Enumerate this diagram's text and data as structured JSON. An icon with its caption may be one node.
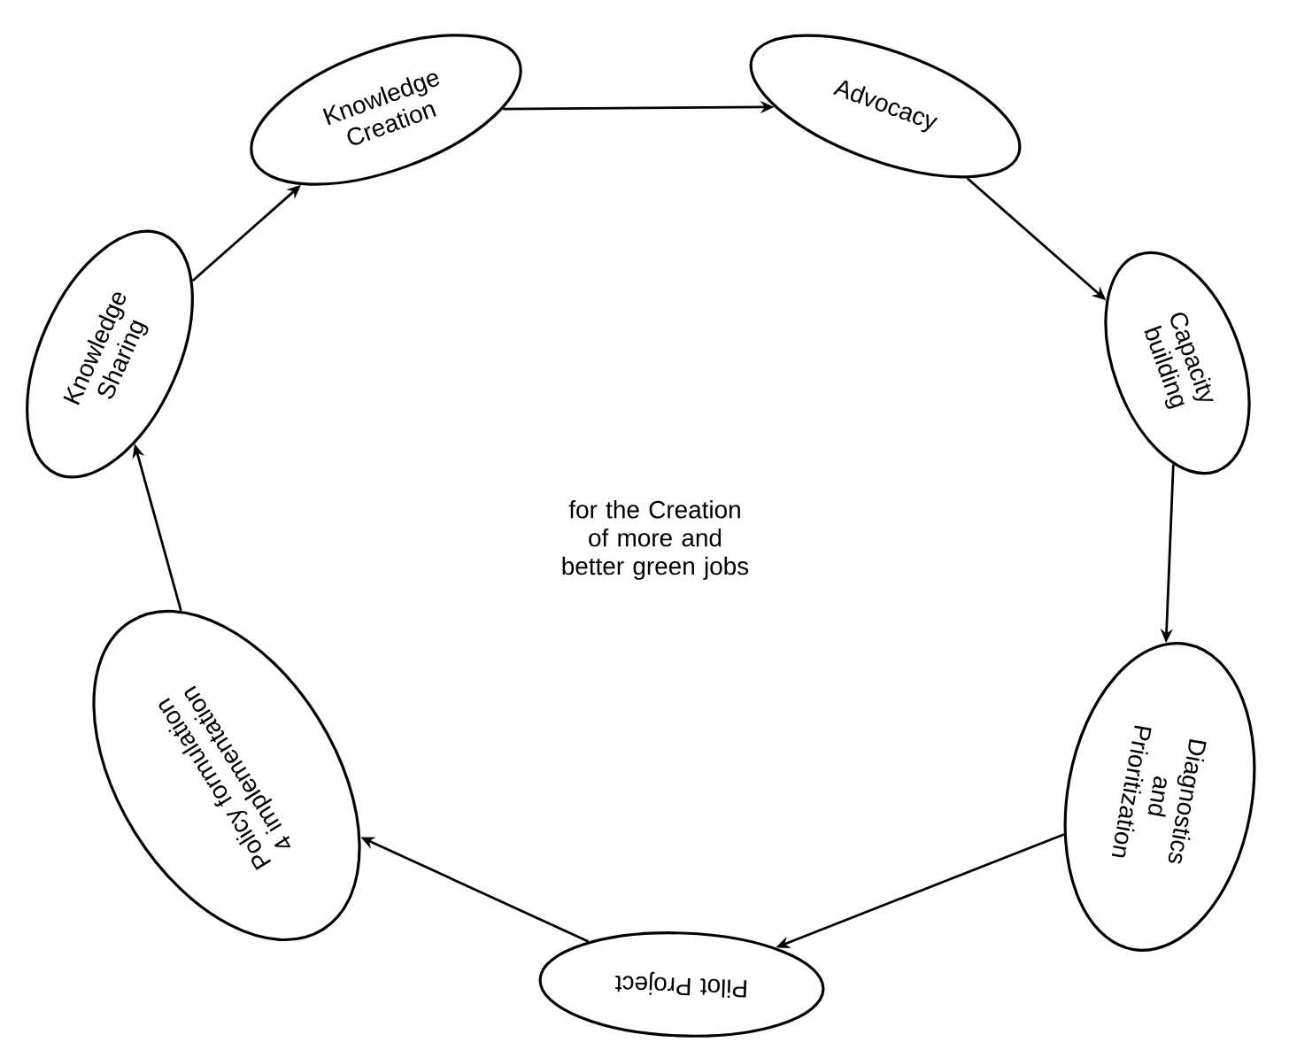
{
  "diagram": {
    "nodes": [
      {
        "text": [
          "Knowledge Creation"
        ]
      },
      {
        "text": [
          "Advocacy"
        ]
      },
      {
        "text": [
          "Capacity building"
        ]
      },
      {
        "text": [
          "Diagnostics and Prioritization"
        ]
      },
      {
        "text": [
          "Pilot Project"
        ]
      },
      {
        "text": [
          "Policy formulation 4 implementation"
        ]
      },
      {
        "text": [
          "Knowledge Sharing"
        ]
      }
    ],
    "edges": [
      {
        "from": 0,
        "to": 1,
        "arrow": "to"
      },
      {
        "from": 1,
        "to": 2,
        "arrow": "to"
      },
      {
        "from": 2,
        "to": 3,
        "arrow": "to"
      },
      {
        "from": 3,
        "to": 4,
        "arrow": "to"
      },
      {
        "from": 4,
        "to": 5,
        "arrow": "to"
      },
      {
        "from": 5,
        "to": 6,
        "arrow": "to"
      },
      {
        "from": 6,
        "to": 0,
        "arrow": "to"
      }
    ],
    "labels": [
      "for the Creation of more and better green jobs"
    ]
  }
}
